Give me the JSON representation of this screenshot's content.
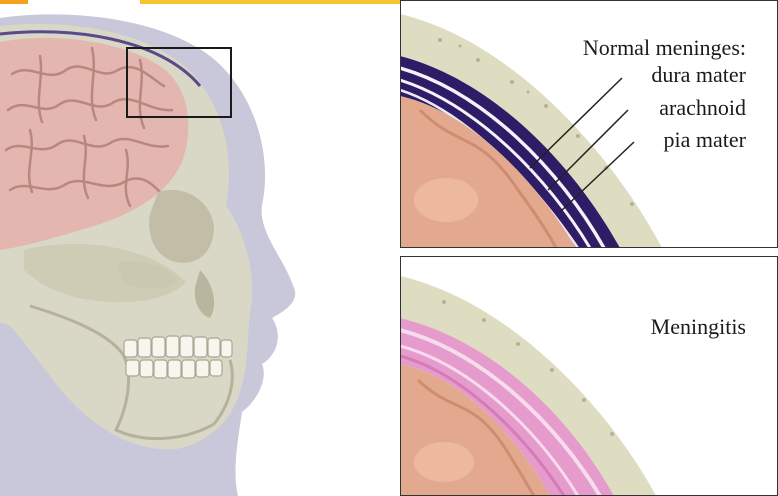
{
  "labels": {
    "normal_title": "Normal meninges:",
    "dura": "dura mater",
    "arachnoid": "arachnoid",
    "pia": "pia mater",
    "meningitis": "Meningitis"
  },
  "colors": {
    "brain": "#e3b4ae",
    "skull": "#d6d4c2",
    "silhouette": "#c7c5d9",
    "normal_layers": "#2e1c66",
    "inflamed_layers": "#e59ccd",
    "panel_border": "#333333",
    "accent_orange": "#f5a21c",
    "accent_yellow": "#f7c531"
  }
}
